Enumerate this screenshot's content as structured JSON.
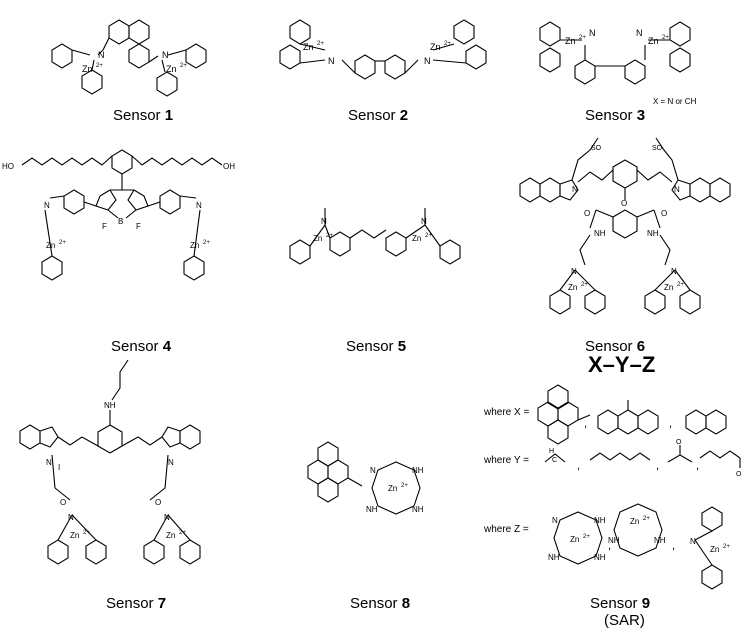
{
  "sensors": [
    {
      "label": "Sensor",
      "num": "1"
    },
    {
      "label": "Sensor",
      "num": "2"
    },
    {
      "label": "Sensor",
      "num": "3"
    },
    {
      "label": "Sensor",
      "num": "4"
    },
    {
      "label": "Sensor",
      "num": "5"
    },
    {
      "label": "Sensor",
      "num": "6"
    },
    {
      "label": "Sensor",
      "num": "7"
    },
    {
      "label": "Sensor",
      "num": "8"
    },
    {
      "label": "Sensor",
      "num": "9",
      "sub": "(SAR)"
    }
  ],
  "atoms": {
    "zn": "Zn",
    "charge": "2+",
    "n": "N",
    "nh": "NH",
    "o": "O",
    "b": "B",
    "f": "F",
    "ho": "HO",
    "oh": "OH",
    "so3": "SO",
    "iodide": "I",
    "h2": "H",
    "c": "C"
  },
  "notes": {
    "x_def": "X = N or CH",
    "xyz_title": "X–Y–Z",
    "where_x": "where X =",
    "where_y": "where Y =",
    "where_z": "where Z =",
    "comma": ","
  }
}
